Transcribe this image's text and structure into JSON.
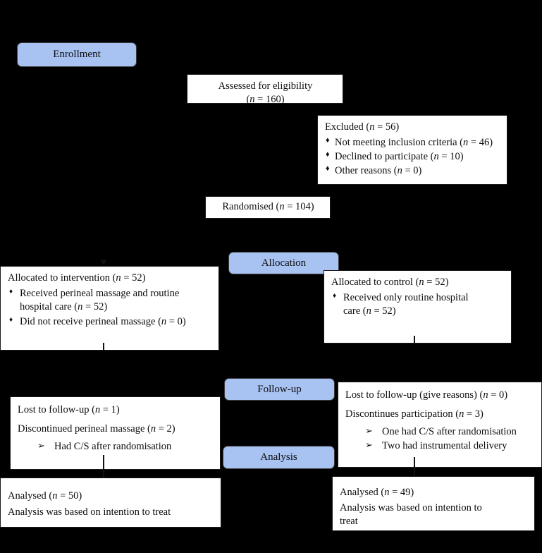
{
  "diagram": {
    "title": "CONSORT participant flow diagram",
    "background_color": "#000000",
    "stage_color": "#a8c2f2",
    "box_color": "#ffffff"
  },
  "stages": [
    {
      "id": "enrollment",
      "label": "Enrollment"
    },
    {
      "id": "allocation",
      "label": "Allocation"
    },
    {
      "id": "followup",
      "label": "Follow-up"
    },
    {
      "id": "analysis",
      "label": "Analysis"
    }
  ],
  "boxes": {
    "assessed": {
      "line1": "Assessed for eligibility",
      "line2_open": "(",
      "line2_n": "n",
      "line2_rest": " = 160)"
    },
    "excluded": {
      "heading_pre": "Excluded (",
      "heading_n": "n",
      "heading_post": " = 56)",
      "items": [
        {
          "text": "Not meeting inclusion criteria (",
          "n": "n",
          "post": " = 46)"
        },
        {
          "text": "Declined to participate (",
          "n": "n",
          "post": " = 10)"
        },
        {
          "text": "Other reasons (",
          "n": "n",
          "post": " = 0)"
        }
      ]
    },
    "randomised": {
      "pre": "Randomised (",
      "n": "n",
      "post": " = 104)"
    },
    "alloc_intervention": {
      "heading_pre": "Allocated to intervention (",
      "heading_n": "n",
      "heading_post": " = 52)",
      "items": [
        {
          "text_a": "Received perineal massage and routine",
          "text_b": "hospital care (",
          "n": "n",
          "post": " = 52)"
        },
        {
          "text_a": "Did not receive perineal massage (",
          "n": "n",
          "post": " = 0)"
        }
      ]
    },
    "alloc_control": {
      "heading_pre": "Allocated to control (",
      "heading_n": "n",
      "heading_post": " = 52)",
      "items": [
        {
          "text_a": "Received only routine hospital",
          "text_b": "care (",
          "n": "n",
          "post": " = 52)"
        }
      ]
    },
    "followup_left": {
      "line1_pre": "Lost to follow-up (",
      "line1_n": "n",
      "line1_post": " = 1)",
      "line2_pre": "Discontinued perineal massage (",
      "line2_n": "n",
      "line2_post": " = 2)",
      "sub_items": [
        "Had C/S after randomisation"
      ]
    },
    "followup_right": {
      "line1_pre": "Lost to follow-up (give reasons) (",
      "line1_n": "n",
      "line1_post": " = 0)",
      "line2_pre": "Discontinues participation (",
      "line2_n": "n",
      "line2_post": " = 3)",
      "sub_items": [
        "One had C/S after randomisation",
        "Two had instrumental delivery"
      ]
    },
    "analysis_left": {
      "line1_pre": "Analysed (",
      "line1_n": "n",
      "line1_post": " = 50)",
      "line2": "Analysis was based on intention to treat"
    },
    "analysis_right": {
      "line1_pre": "Analysed (",
      "line1_n": "n",
      "line1_post": " = 49)",
      "line2_a": "Analysis was based on intention to",
      "line2_b": "treat"
    }
  }
}
